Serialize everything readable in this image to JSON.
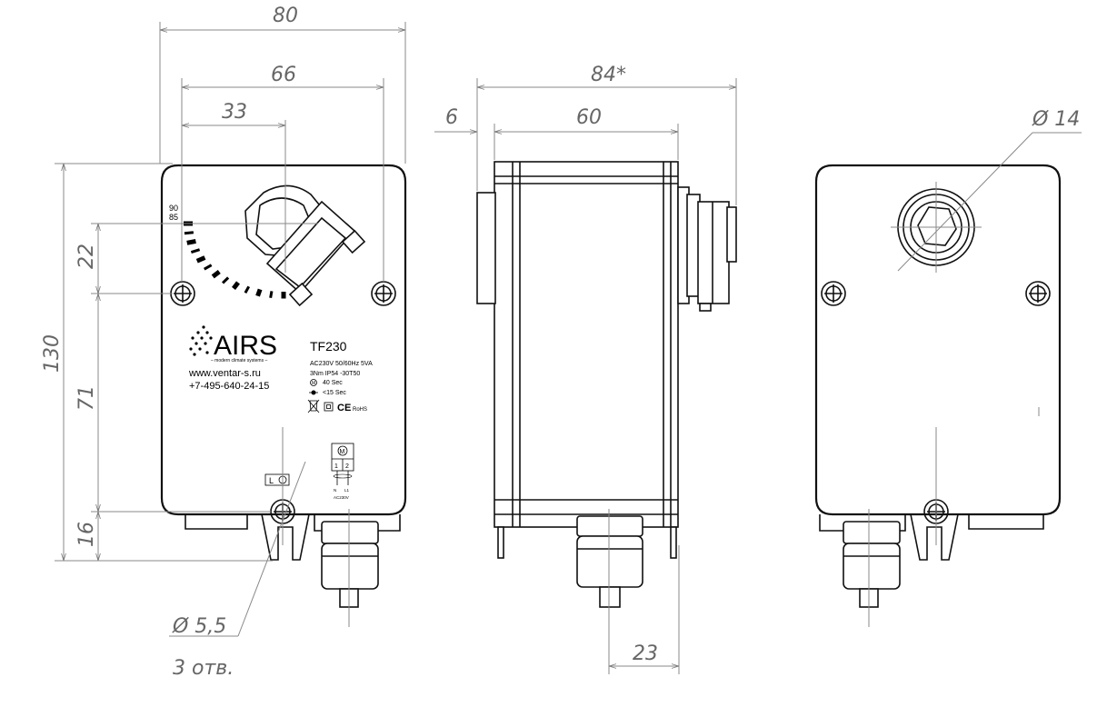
{
  "dimensions": {
    "width_80": "80",
    "width_66": "66",
    "width_33": "33",
    "height_130": "130",
    "height_22": "22",
    "height_71": "71",
    "height_16": "16",
    "hole_diameter": "Ø 5,5",
    "hole_count": "3 отв.",
    "depth_84": "84*",
    "depth_6": "6",
    "depth_60": "60",
    "gland_23": "23",
    "shaft_diameter": "Ø 14"
  },
  "scale": {
    "mark_90": "90",
    "mark_85": "85"
  },
  "label": {
    "brand": "AIRS",
    "tagline": "– modern climate systems –",
    "website": "www.ventar-s.ru",
    "phone": "+7-495-640-24-15",
    "model": "TF230",
    "spec_power": "AC230V 50/60Hz 5VA",
    "spec_torque": "3Nm  IP54  -30T50",
    "motor_time": "40 Sec",
    "spring_time": "<15 Sec",
    "ce": "CE",
    "rohs": "RoHS",
    "ground_letter": "L",
    "wiring_motor": "M",
    "terminal_1": "1",
    "terminal_2": "2",
    "wire_n": "N",
    "wire_l1": "L1",
    "wiring_voltage": "AC230V"
  }
}
